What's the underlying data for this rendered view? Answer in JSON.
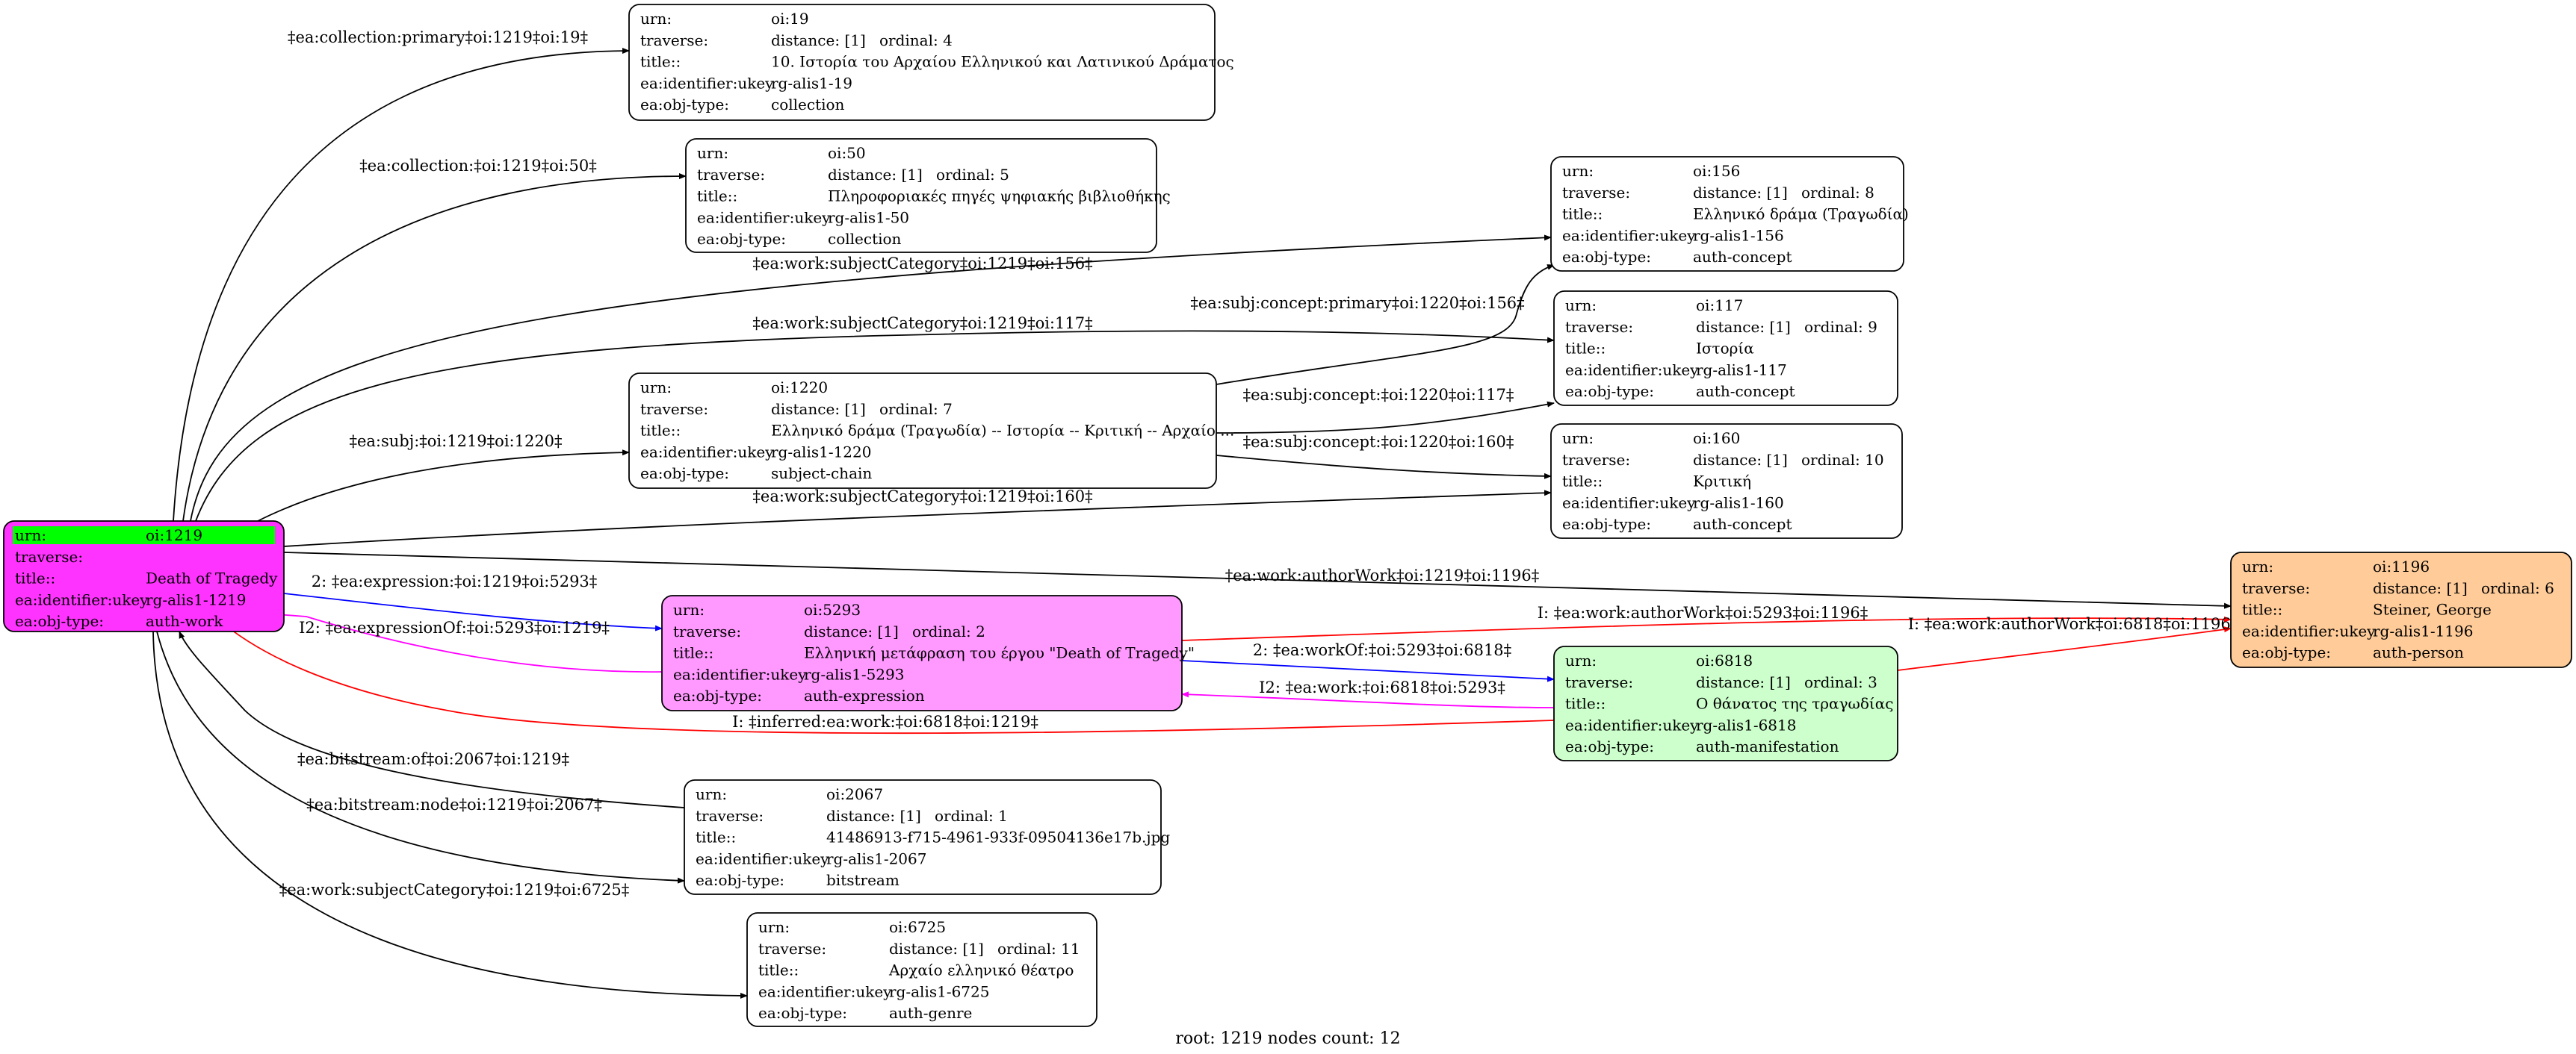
{
  "field_labels": {
    "urn": "urn:",
    "traverse": "traverse:",
    "title": "title::",
    "identifier": "ea:identifier:ukey",
    "objtype": "ea:obj-type:"
  },
  "colors": {
    "root_fill": "#ff33ff",
    "root_highlight": "#00ff00",
    "expression_fill": "#ff99ff",
    "manifestation_fill": "#ccffcc",
    "person_fill": "#ffcc99",
    "default_fill": "#ffffff",
    "edge_black": "#000000",
    "edge_blue": "#0000ff",
    "edge_magenta": "#ff00ff",
    "edge_red": "#ff0000"
  },
  "nodes": [
    {
      "id": "n19",
      "urn": "oi:19",
      "distance": "distance: [1]",
      "ordinal": "ordinal: 4",
      "title": "10. Ιστορία του Αρχαίου Ελληνικού και Λατινικού Δράματος",
      "ukey": "rg-alis1-19",
      "objtype": "collection",
      "style": "default"
    },
    {
      "id": "n50",
      "urn": "oi:50",
      "distance": "distance: [1]",
      "ordinal": "ordinal: 5",
      "title": "Πληροφοριακές πηγές ψηφιακής βιβλιοθήκης",
      "ukey": "rg-alis1-50",
      "objtype": "collection",
      "style": "default"
    },
    {
      "id": "n156",
      "urn": "oi:156",
      "distance": "distance: [1]",
      "ordinal": "ordinal: 8",
      "title": "Ελληνικό δράμα (Τραγωδία)",
      "ukey": "rg-alis1-156",
      "objtype": "auth-concept",
      "style": "default"
    },
    {
      "id": "n117",
      "urn": "oi:117",
      "distance": "distance: [1]",
      "ordinal": "ordinal: 9",
      "title": "Ιστορία",
      "ukey": "rg-alis1-117",
      "objtype": "auth-concept",
      "style": "default"
    },
    {
      "id": "n1220",
      "urn": "oi:1220",
      "distance": "distance: [1]",
      "ordinal": "ordinal: 7",
      "title": "Ελληνικό δράμα (Τραγωδία) -- Ιστορία -- Κριτική -- Αρχαίο ...",
      "ukey": "rg-alis1-1220",
      "objtype": "subject-chain",
      "style": "default"
    },
    {
      "id": "n160",
      "urn": "oi:160",
      "distance": "distance: [1]",
      "ordinal": "ordinal: 10",
      "title": "Κριτική",
      "ukey": "rg-alis1-160",
      "objtype": "auth-concept",
      "style": "default"
    },
    {
      "id": "n1219",
      "urn": "oi:1219",
      "distance": "",
      "ordinal": "",
      "title": "Death of Tragedy",
      "ukey": "rg-alis1-1219",
      "objtype": "auth-work",
      "style": "root"
    },
    {
      "id": "n1196",
      "urn": "oi:1196",
      "distance": "distance: [1]",
      "ordinal": "ordinal: 6",
      "title": "Steiner, George",
      "ukey": "rg-alis1-1196",
      "objtype": "auth-person",
      "style": "person"
    },
    {
      "id": "n5293",
      "urn": "oi:5293",
      "distance": "distance: [1]",
      "ordinal": "ordinal: 2",
      "title": "Ελληνική μετάφραση του έργου \"Death of Tragedy\"",
      "ukey": "rg-alis1-5293",
      "objtype": "auth-expression",
      "style": "expression"
    },
    {
      "id": "n6818",
      "urn": "oi:6818",
      "distance": "distance: [1]",
      "ordinal": "ordinal: 3",
      "title": "Ο θάνατος της τραγωδίας",
      "ukey": "rg-alis1-6818",
      "objtype": "auth-manifestation",
      "style": "manifestation"
    },
    {
      "id": "n2067",
      "urn": "oi:2067",
      "distance": "distance: [1]",
      "ordinal": "ordinal: 1",
      "title": "41486913-f715-4961-933f-09504136e17b.jpg",
      "ukey": "rg-alis1-2067",
      "objtype": "bitstream",
      "style": "default"
    },
    {
      "id": "n6725",
      "urn": "oi:6725",
      "distance": "distance: [1]",
      "ordinal": "ordinal: 11",
      "title": "Αρχαίο ελληνικό θέατρο",
      "ukey": "rg-alis1-6725",
      "objtype": "auth-genre",
      "style": "default"
    }
  ],
  "edges": [
    {
      "id": "e1",
      "label": "‡ea:collection:primary‡oi:1219‡oi:19‡",
      "color": "edge_black"
    },
    {
      "id": "e2",
      "label": "‡ea:collection:‡oi:1219‡oi:50‡",
      "color": "edge_black"
    },
    {
      "id": "e3",
      "label": "‡ea:work:subjectCategory‡oi:1219‡oi:156‡",
      "color": "edge_black"
    },
    {
      "id": "e4",
      "label": "‡ea:work:subjectCategory‡oi:1219‡oi:117‡",
      "color": "edge_black"
    },
    {
      "id": "e5",
      "label": "‡ea:subj:‡oi:1219‡oi:1220‡",
      "color": "edge_black"
    },
    {
      "id": "e6",
      "label": "‡ea:subj:concept:primary‡oi:1220‡oi:156‡",
      "color": "edge_black"
    },
    {
      "id": "e7",
      "label": "‡ea:subj:concept:‡oi:1220‡oi:117‡",
      "color": "edge_black"
    },
    {
      "id": "e8",
      "label": "‡ea:subj:concept:‡oi:1220‡oi:160‡",
      "color": "edge_black"
    },
    {
      "id": "e9",
      "label": "‡ea:work:subjectCategory‡oi:1219‡oi:160‡",
      "color": "edge_black"
    },
    {
      "id": "e10",
      "label": "‡ea:work:authorWork‡oi:1219‡oi:1196‡",
      "color": "edge_black"
    },
    {
      "id": "e11",
      "label": "2: ‡ea:expression:‡oi:1219‡oi:5293‡",
      "color": "edge_blue"
    },
    {
      "id": "e12",
      "label": "I2: ‡ea:expressionOf:‡oi:5293‡oi:1219‡",
      "color": "edge_magenta"
    },
    {
      "id": "e13",
      "label": "I: ‡ea:work:authorWork‡oi:5293‡oi:1196‡",
      "color": "edge_red"
    },
    {
      "id": "e14",
      "label": "2: ‡ea:workOf:‡oi:5293‡oi:6818‡",
      "color": "edge_blue"
    },
    {
      "id": "e15",
      "label": "I2: ‡ea:work:‡oi:6818‡oi:5293‡",
      "color": "edge_magenta"
    },
    {
      "id": "e16",
      "label": "I: ‡ea:work:authorWork‡oi:6818‡oi:1196‡",
      "color": "edge_red"
    },
    {
      "id": "e17",
      "label": "I: ‡inferred:ea:work:‡oi:6818‡oi:1219‡",
      "color": "edge_red"
    },
    {
      "id": "e18",
      "label": "‡ea:bitstream:of‡oi:2067‡oi:1219‡",
      "color": "edge_black"
    },
    {
      "id": "e19",
      "label": "‡ea:bitstream:node‡oi:1219‡oi:2067‡",
      "color": "edge_black"
    },
    {
      "id": "e20",
      "label": "‡ea:work:subjectCategory‡oi:1219‡oi:6725‡",
      "color": "edge_black"
    }
  ],
  "footer": "root: 1219 nodes count: 12"
}
